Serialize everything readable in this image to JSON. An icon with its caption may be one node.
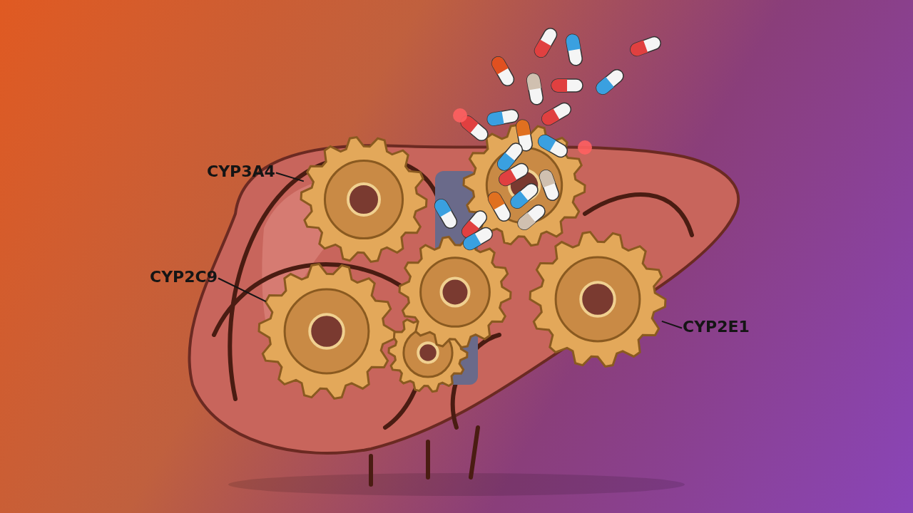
{
  "diagram": {
    "nodes": [
      {
        "text": [
          "CYP3A4"
        ]
      },
      {
        "text": [],
        "shape": "gear"
      },
      {
        "text": [
          "CYP2C9"
        ]
      },
      {
        "text": [],
        "shape": "gear"
      },
      {
        "text": [
          "CYP2E1"
        ]
      },
      {
        "text": [],
        "shape": "gear"
      }
    ],
    "edges": [
      {
        "from": 0,
        "to": 1,
        "arrow": "none"
      },
      {
        "from": 2,
        "to": 3,
        "arrow": "none"
      },
      {
        "from": 4,
        "to": 5,
        "arrow": "none"
      }
    ]
  }
}
